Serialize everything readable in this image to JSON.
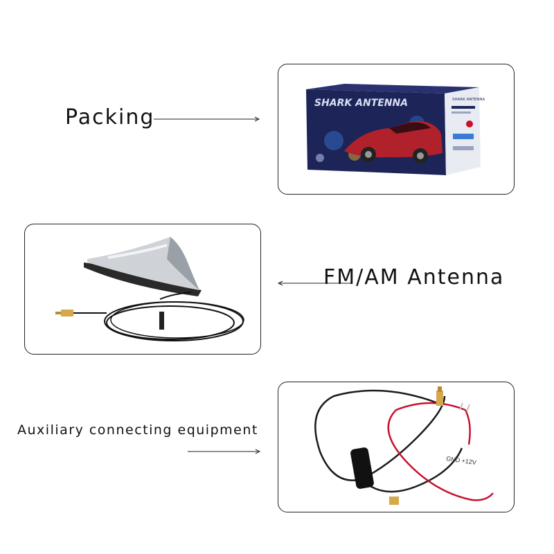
{
  "sections": [
    {
      "label": "Packing",
      "image": "antenna-box-photo"
    },
    {
      "label": "FM/AM Antenna",
      "image": "shark-antenna-photo"
    },
    {
      "label": "Auxiliary connecting equipment",
      "image": "amplifier-cable-photo"
    }
  ],
  "box": {
    "brand_text": "SHARK ANTENNA",
    "side_text": "SHARK ANTENNA",
    "colors": {
      "box": "#1c2458",
      "car": "#b0212c",
      "accent": "#3a7bd5"
    }
  },
  "cable": {
    "tag_text": "GND +12V",
    "colors": {
      "red_wire": "#c8102e",
      "black_wire": "#1a1a1a",
      "connector": "#d4a84b"
    }
  }
}
